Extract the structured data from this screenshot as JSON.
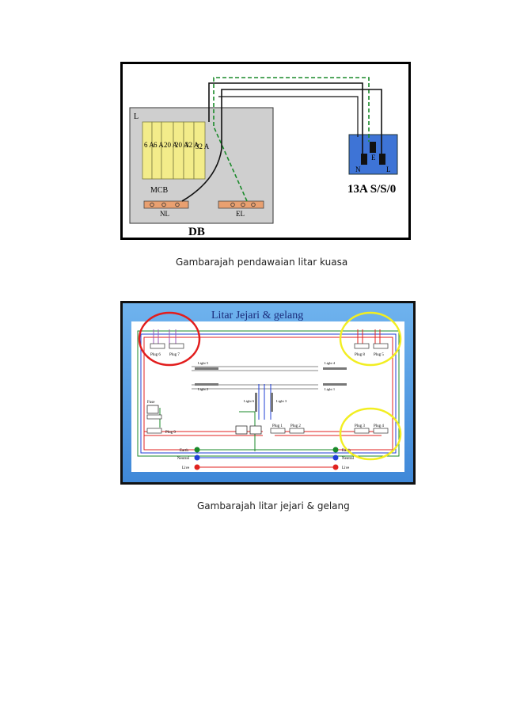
{
  "figure1": {
    "db_corner_label": "L",
    "mcb_ratings": [
      "6 A",
      "6 A",
      "20 A",
      "20 A",
      "32 A",
      "32 A"
    ],
    "mcb_label": "MCB",
    "neutral_link_label": "NL",
    "earth_link_label": "EL",
    "socket_earth_label": "E",
    "socket_neutral_label": "N",
    "socket_live_label": "L",
    "socket_title": "13A S/S/0",
    "db_title": "DB",
    "caption": "Gambarajah pendawaian litar kuasa"
  },
  "figure2": {
    "title": "Litar Jejari & gelang",
    "plugs": [
      "Plug 6",
      "Plug 7",
      "Plug 8",
      "Plug 5",
      "Plug 9",
      "Plug 1",
      "Plug 2",
      "Plug 3",
      "Plug 4"
    ],
    "lights": [
      "Light 5",
      "Light 4",
      "Light 2",
      "Light 1",
      "Light 6",
      "Light 3"
    ],
    "fuse_label": "Fuse",
    "legend_left": {
      "earth": "Earth",
      "neutral": "Neutral",
      "live": "Live"
    },
    "legend_right": {
      "earth": "Earth",
      "neutral": "Neutral",
      "live": "Live"
    },
    "caption": "Gambarajah litar jejari & gelang"
  },
  "colors": {
    "earth_green": "#1a8a2a",
    "neutral_blue": "#1f3fd6",
    "live_red": "#e0221f",
    "breaker_yellow": "#f3ec8a",
    "terminal_orange": "#e9a070",
    "socket_blue": "#3e74d6",
    "highlight_red": "#e21d1d",
    "highlight_yellow": "#f2ee22"
  }
}
